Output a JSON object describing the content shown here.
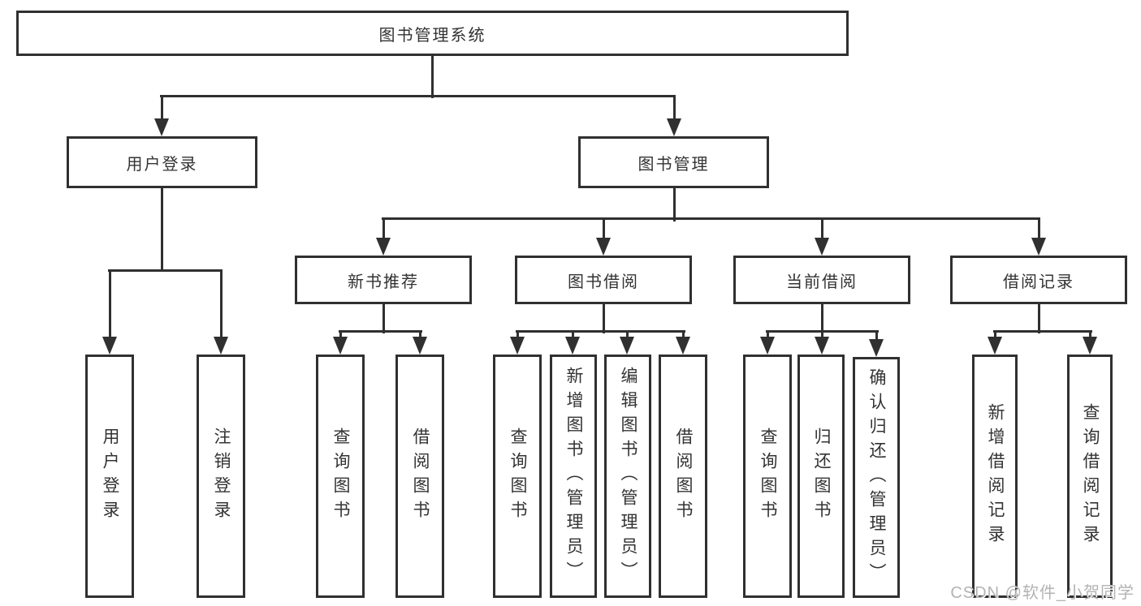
{
  "colors": {
    "line": "#303030",
    "watermark": "#b3b3b3"
  },
  "watermark": {
    "text": "CSDN @软件_小贺同学"
  },
  "tree": {
    "root": {
      "label": "图书管理系统",
      "children": [
        {
          "label": "用户登录",
          "children": [
            {
              "label": "用户登录"
            },
            {
              "label": "注销登录"
            }
          ]
        },
        {
          "label": "图书管理",
          "children": [
            {
              "label": "新书推荐",
              "children": [
                {
                  "label": "查询图书"
                },
                {
                  "label": "借阅图书"
                }
              ]
            },
            {
              "label": "图书借阅",
              "children": [
                {
                  "label": "查询图书"
                },
                {
                  "label": "新增图书（管理员）"
                },
                {
                  "label": "编辑图书（管理员）"
                },
                {
                  "label": "借阅图书"
                }
              ]
            },
            {
              "label": "当前借阅",
              "children": [
                {
                  "label": "查询图书"
                },
                {
                  "label": "归还图书"
                },
                {
                  "label": "确认归还（管理员）"
                }
              ]
            },
            {
              "label": "借阅记录",
              "children": [
                {
                  "label": "新增借阅记录"
                },
                {
                  "label": "查询借阅记录"
                }
              ]
            }
          ]
        }
      ]
    }
  }
}
